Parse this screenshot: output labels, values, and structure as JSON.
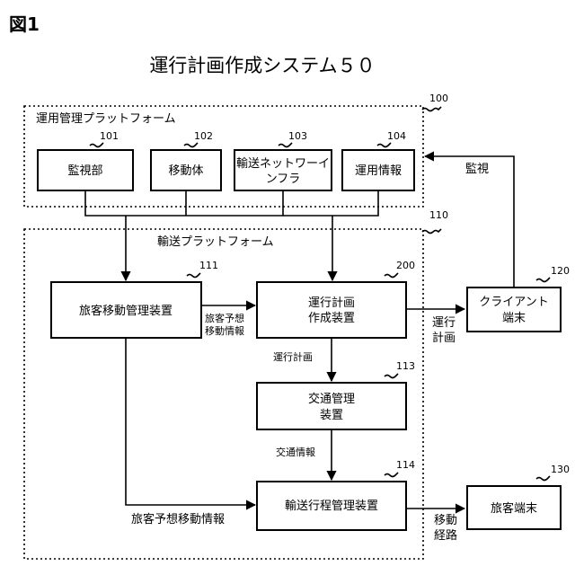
{
  "figure_label": "図1",
  "title": "運行計画作成システム５０",
  "groups": {
    "ops_platform": {
      "label": "運用管理プラットフォーム",
      "ref": "100"
    },
    "transport_platform": {
      "label": "輸送プラットフォーム",
      "ref": "110"
    }
  },
  "nodes": {
    "monitor": {
      "label": "監視部",
      "ref": "101"
    },
    "mobile": {
      "label": "移動体",
      "ref": "102"
    },
    "infra": {
      "line1": "輸送ネットワーイ",
      "line2": "ンフラ",
      "ref": "103"
    },
    "opinfo": {
      "label": "運用情報",
      "ref": "104"
    },
    "passenger_mgmt": {
      "label": "旅客移動管理装置",
      "ref": "111"
    },
    "plan_creator": {
      "line1": "運行計画",
      "line2": "作成装置",
      "ref": "200"
    },
    "traffic_mgmt": {
      "line1": "交通管理",
      "line2": "装置",
      "ref": "113"
    },
    "itinerary_mgmt": {
      "label": "輸送行程管理装置",
      "ref": "114"
    },
    "client": {
      "line1": "クライアント",
      "line2": "端末",
      "ref": "120"
    },
    "passenger_terminal": {
      "label": "旅客端末",
      "ref": "130"
    }
  },
  "edges": {
    "monitoring": "監視",
    "predicted_info_line1": "旅客予想",
    "predicted_info_line2": "移動情報",
    "plan_out_line1": "運行",
    "plan_out_line2": "計画",
    "plan": "運行計画",
    "traffic_info": "交通情報",
    "predicted_info_bottom": "旅客予想移動情報",
    "route_line1": "移動",
    "route_line2": "経路"
  }
}
